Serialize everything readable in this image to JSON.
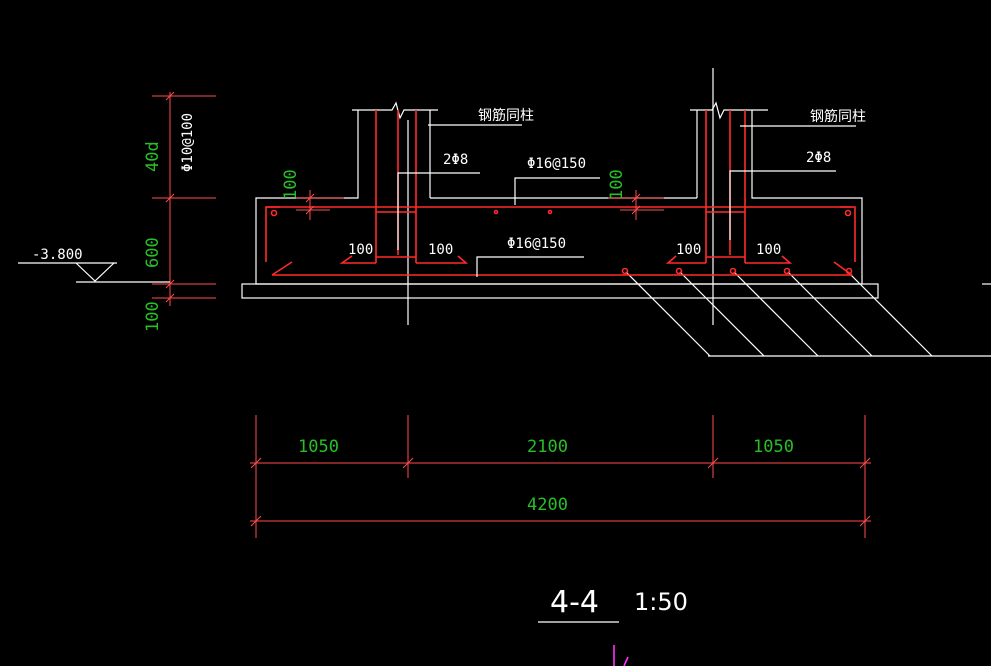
{
  "labels": {
    "rebar_note_left": "钢筋同柱",
    "rebar_note_right": "钢筋同柱",
    "stirrup_left": "2Φ8",
    "stirrup_right": "2Φ8",
    "top_bar": "Φ16@150",
    "bottom_bar": "Φ16@150",
    "side_bar": "Φ10@100",
    "cover_left_1": "100",
    "cover_left_2": "100",
    "cover_right_1": "100",
    "cover_right_2": "100",
    "dim_40d": "40d",
    "dim_600": "600",
    "dim_100_bottom": "100",
    "dim_100_top_left": "100",
    "dim_100_top_right": "100",
    "elevation": "-3.800"
  },
  "dimensions": {
    "seg1": "1050",
    "seg2": "2100",
    "seg3": "1050",
    "total": "4200"
  },
  "title": {
    "section": "4-4",
    "scale": "1:50"
  }
}
